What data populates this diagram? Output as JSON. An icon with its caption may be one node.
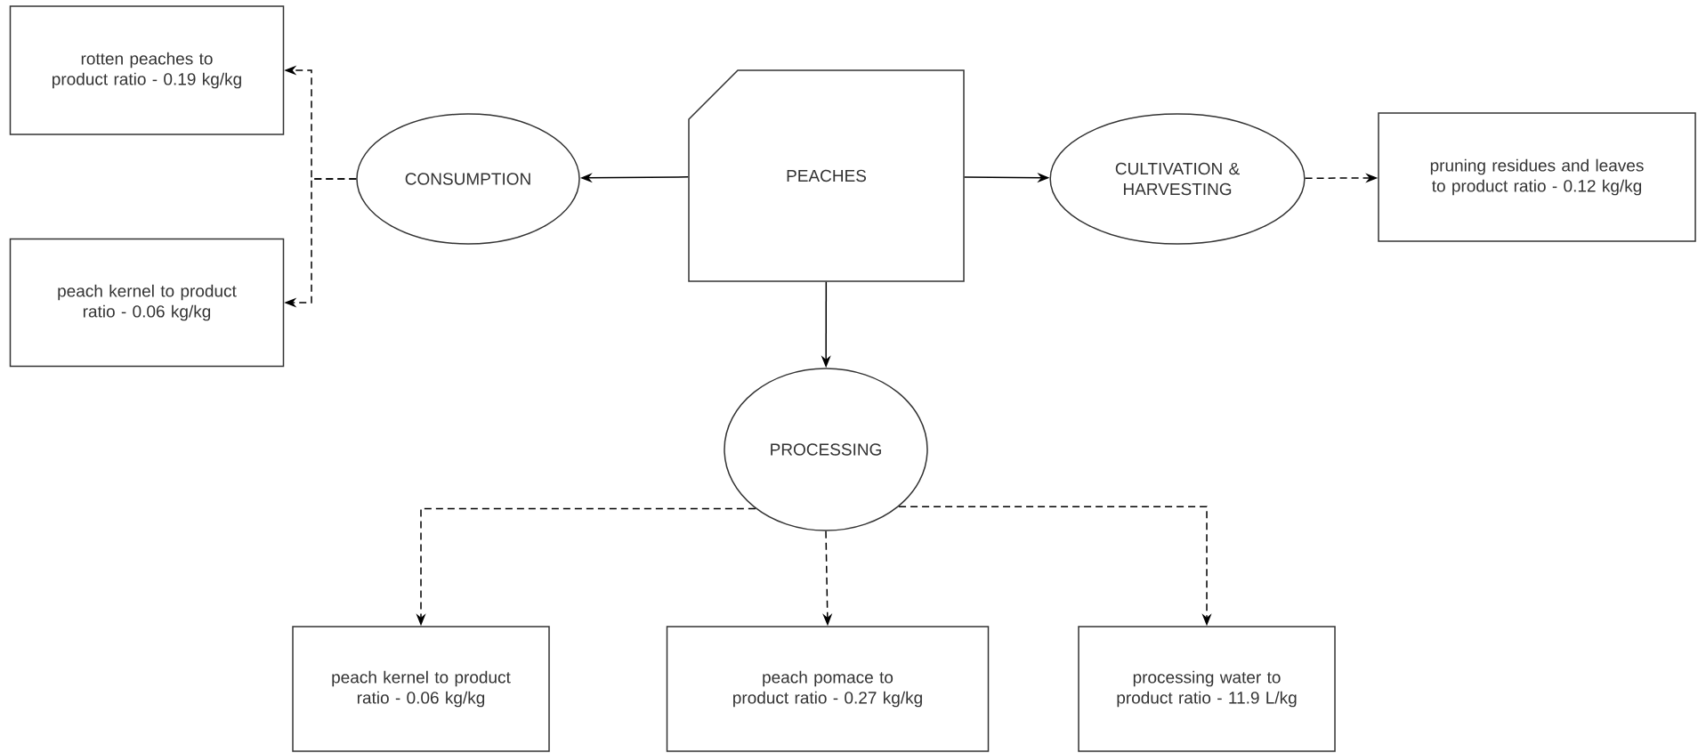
{
  "diagram": {
    "nodes": [
      {
        "text": [
          "rotten peaches to product ratio - 0.19 kg/kg"
        ]
      },
      {
        "text": [
          "CONSUMPTION"
        ]
      },
      {
        "text": [
          "PEACHES"
        ]
      },
      {
        "text": [
          "CULTIVATION & HARVESTING"
        ]
      },
      {
        "text": [
          "pruning residues and leaves to product ratio - 0.12 kg/kg"
        ]
      },
      {
        "text": [
          "peach kernel to product ratio - 0.06 kg/kg"
        ]
      },
      {
        "text": [
          "PROCESSING"
        ]
      },
      {
        "text": [
          "peach kernel to product ratio - 0.06 kg/kg"
        ]
      },
      {
        "text": [
          "peach pomace to product ratio - 0.27 kg/kg"
        ]
      },
      {
        "text": [
          "processing water to product ratio - 11.9 L/kg"
        ]
      }
    ],
    "edges": [
      {
        "from": 2,
        "to": 1,
        "arrow": "to"
      },
      {
        "from": 2,
        "to": 3,
        "arrow": "to"
      },
      {
        "from": 2,
        "to": 6,
        "arrow": "to"
      },
      {
        "from": 1,
        "to": 0,
        "arrow": "to",
        "style": "dashed"
      },
      {
        "from": 1,
        "to": 5,
        "arrow": "to",
        "style": "dashed"
      },
      {
        "from": 3,
        "to": 4,
        "arrow": "to",
        "style": "dashed"
      },
      {
        "from": 6,
        "to": 7,
        "arrow": "to",
        "style": "dashed"
      },
      {
        "from": 6,
        "to": 8,
        "arrow": "to",
        "style": "dashed"
      },
      {
        "from": 6,
        "to": 9,
        "arrow": "to",
        "style": "dashed"
      }
    ]
  }
}
